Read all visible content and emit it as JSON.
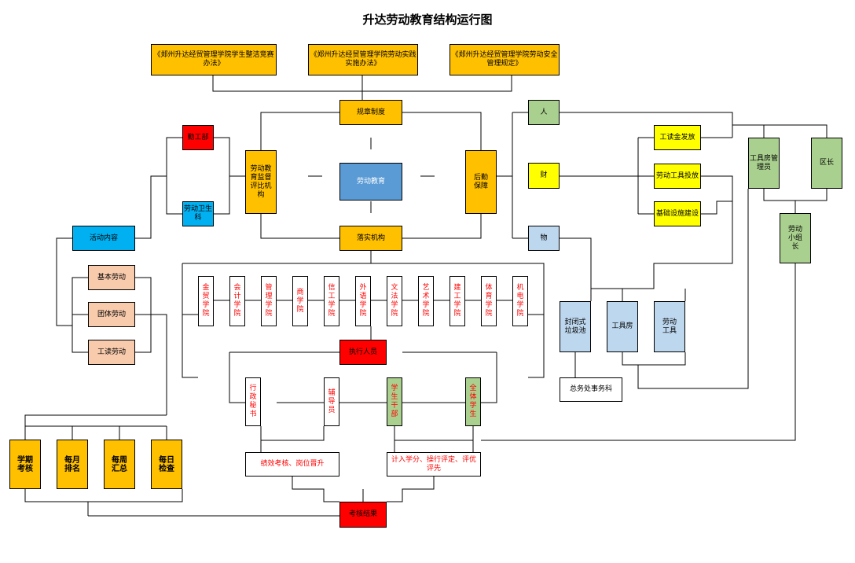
{
  "title": "升达劳动教育结构运行图",
  "docs": {
    "doc1": "《郑州升达经贸管理学院学生整洁竞赛办法》",
    "doc2": "《郑州升达经贸管理学院劳动实践实施办法》",
    "doc3": "《郑州升达经贸管理学院劳动安全管理规定》"
  },
  "core": {
    "rules": "规章制度",
    "center": "劳动教育",
    "implement": "落实机构",
    "supervision": "劳动教育监督评比机构",
    "logistics": "后勤保障"
  },
  "supervision_units": {
    "dept": "勤工部",
    "hygiene": "劳动卫生科"
  },
  "activities": {
    "header": "活动内容",
    "items": [
      "基本劳动",
      "团体劳动",
      "工读劳动"
    ]
  },
  "assessments": [
    "学期考核",
    "每月排名",
    "每周汇总",
    "每日检查"
  ],
  "colleges": [
    "金贸学院",
    "会计学院",
    "管理学院",
    "商学院",
    "信工学院",
    "外语学院",
    "文法学院",
    "艺术学院",
    "建工学院",
    "体育学院",
    "机电学院"
  ],
  "executors": {
    "header": "执行人员",
    "items": [
      "行政秘书",
      "辅导员",
      "学生干部",
      "全体学生"
    ]
  },
  "outcomes": {
    "left": "绩效考核、岗位晋升",
    "right": "计入学分、操行评定、评优评先",
    "final": "考核结果"
  },
  "resources": {
    "people": "人",
    "money": "财",
    "material": "物"
  },
  "funds": {
    "wage": "工读金发放",
    "tools": "劳动工具投放",
    "infra": "基础设施建设"
  },
  "staff": {
    "toolroom_admin": "工具房管理员",
    "district_head": "区长",
    "group_leader": "劳动小组长"
  },
  "materials": {
    "garbage": "封闭式垃圾池",
    "toolroom": "工具房",
    "tools": "劳动工具",
    "office": "总务处事务科"
  }
}
